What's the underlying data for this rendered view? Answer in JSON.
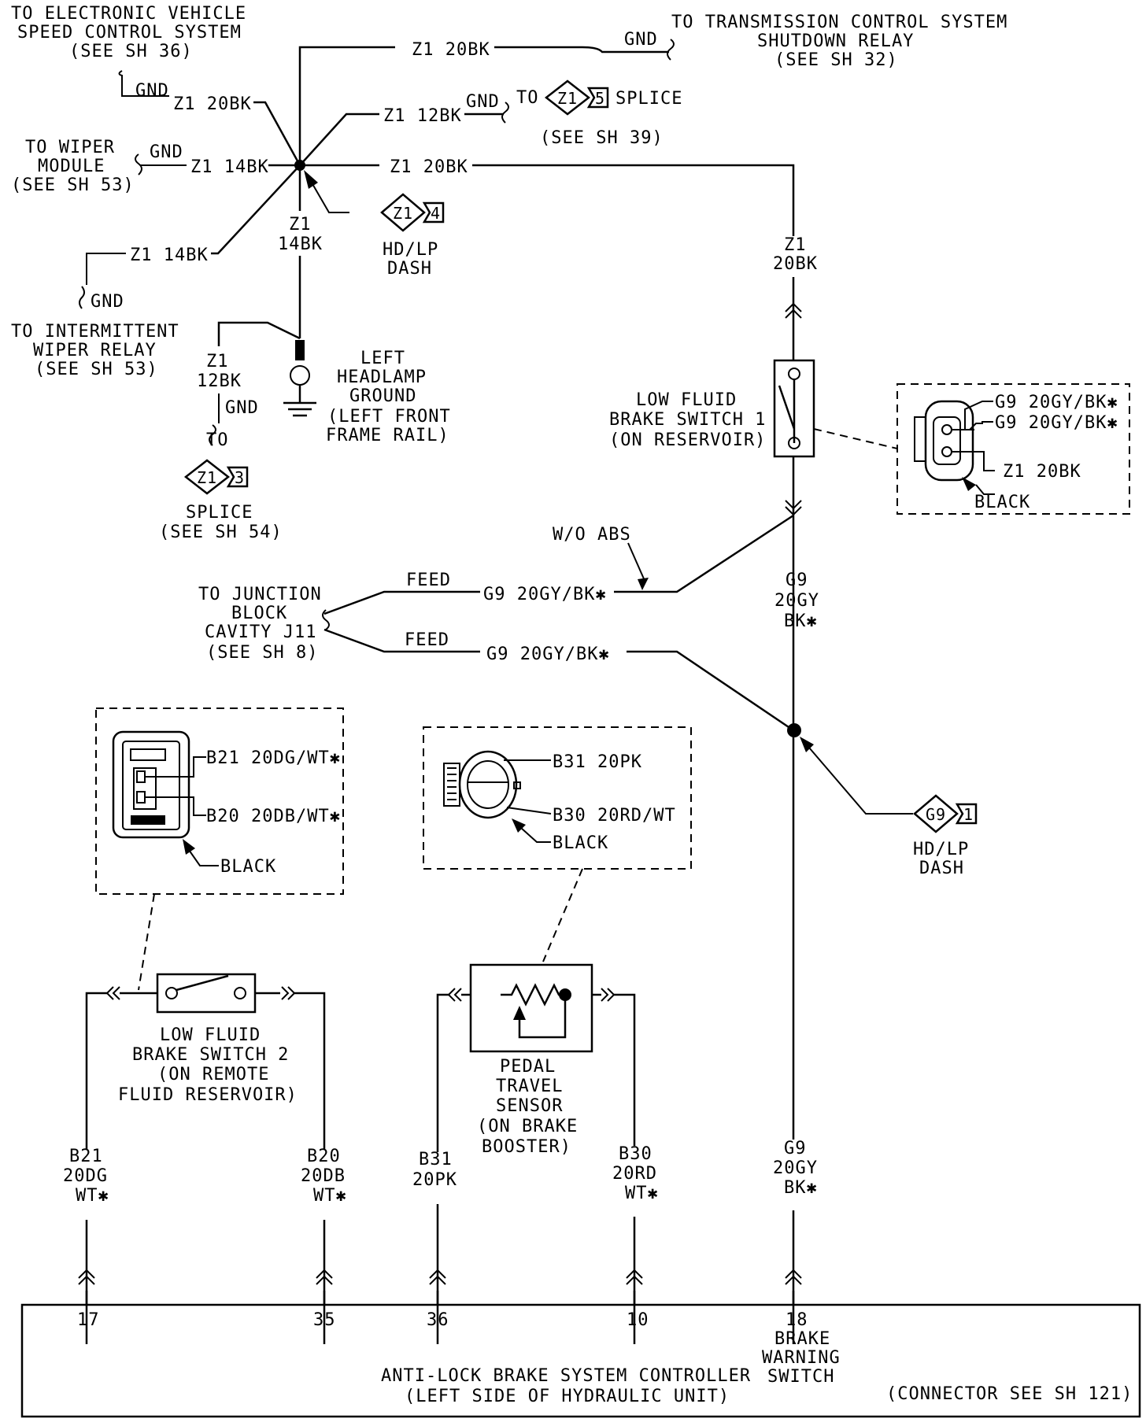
{
  "electronic_vehicle": {
    "l1": "TO ELECTRONIC VEHICLE",
    "l2": "SPEED CONTROL SYSTEM",
    "l3": "(SEE SH 36)"
  },
  "transmission": {
    "l1": "TO TRANSMISSION CONTROL SYSTEM",
    "l2": "SHUTDOWN RELAY",
    "l3": "(SEE SH 32)"
  },
  "wiper_module": {
    "l1": "TO WIPER",
    "l2": "MODULE",
    "l3": "(SEE SH 53)"
  },
  "intermittent_relay": {
    "l1": "TO INTERMITTENT",
    "l2": "WIPER RELAY",
    "l3": "(SEE SH 53)"
  },
  "splice5": {
    "prefix": "TO",
    "label": "SPLICE",
    "see": "(SEE SH 39)",
    "code": "Z1",
    "num": "5"
  },
  "splice3": {
    "prefix": "TO",
    "label": "SPLICE",
    "see": "(SEE SH 54)",
    "code": "Z1",
    "num": "3"
  },
  "hdlp_top": {
    "code": "Z1",
    "num": "4",
    "l1": "HD/LP",
    "l2": "DASH"
  },
  "hdlp_bottom": {
    "code": "G9",
    "num": "1",
    "l1": "HD/LP",
    "l2": "DASH"
  },
  "ground": {
    "l1": "LEFT",
    "l2": "HEADLAMP",
    "l3": "GROUND",
    "l4": "(LEFT FRONT",
    "l5": "FRAME RAIL)"
  },
  "wires": {
    "z1_20bk": "Z1 20BK",
    "z1_12bk": "Z1 12BK",
    "z1_14bk": "Z1 14BK",
    "gnd": "GND",
    "z1": "Z1",
    "v14bk": "14BK",
    "v12bk": "12BK",
    "v20bk": "20BK",
    "to": "TO",
    "g9": "G9",
    "g9_20gy": "20GY",
    "g9_bk": "BK✱",
    "feed": "FEED",
    "g9_20gybk": "G9 20GY/BK✱",
    "wo_abs": "W/O ABS",
    "b21": "B21",
    "b21_20dg": "20DG",
    "b21_wt": "WT✱",
    "b20": "B20",
    "b20_20db": "20DB",
    "b20_wt": "WT✱",
    "b31": "B31",
    "b31_20pk": "20PK",
    "b30": "B30",
    "b30_20rd": "20RD",
    "b30_wt": "WT✱"
  },
  "junction_block": {
    "l1": "TO JUNCTION",
    "l2": "BLOCK",
    "l3": "CAVITY J11",
    "l4": "(SEE SH 8)"
  },
  "switch1": {
    "l1": "LOW FLUID",
    "l2": "BRAKE SWITCH 1",
    "l3": "(ON RESERVOIR)"
  },
  "switch2": {
    "l1": "LOW FLUID",
    "l2": "BRAKE SWITCH 2",
    "l3": "(ON REMOTE",
    "l4": "FLUID RESERVOIR)"
  },
  "pedal_sensor": {
    "l1": "PEDAL",
    "l2": "TRAVEL",
    "l3": "SENSOR",
    "l4": "(ON BRAKE",
    "l5": "BOOSTER)"
  },
  "connector_sw1": {
    "pin1": "G9 20GY/BK✱",
    "pin2": "G9 20GY/BK✱",
    "pin3": "Z1 20BK",
    "color": "BLACK"
  },
  "connector_sw2": {
    "pin1": "B21 20DG/WT✱",
    "pin2": "B20 20DB/WT✱",
    "color": "BLACK"
  },
  "connector_pedal": {
    "pin1": "B31 20PK",
    "pin2": "B30 20RD/WT",
    "color": "BLACK"
  },
  "controller": {
    "pins": [
      "17",
      "35",
      "36",
      "10",
      "18"
    ],
    "brake_warning": {
      "l1": "BRAKE",
      "l2": "WARNING",
      "l3": "SWITCH"
    },
    "l1": "ANTI-LOCK BRAKE SYSTEM CONTROLLER",
    "l2": "(LEFT SIDE OF HYDRAULIC UNIT)",
    "note": "(CONNECTOR SEE SH 121)"
  }
}
